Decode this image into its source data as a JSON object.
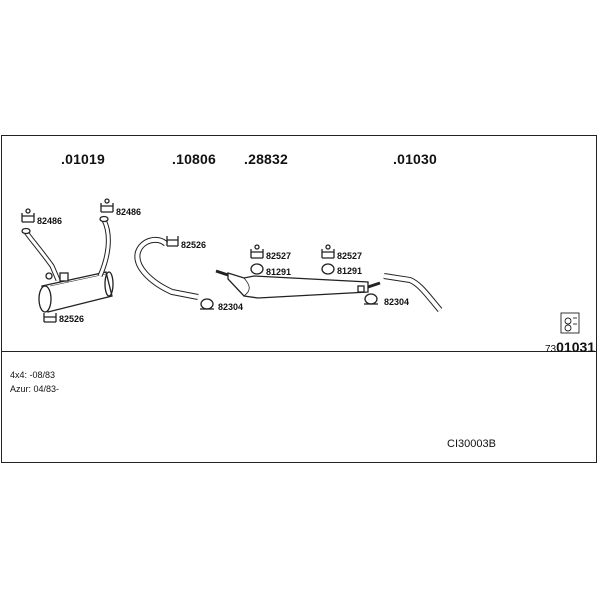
{
  "part_numbers": {
    "p1": ".01019",
    "p2": ".10806",
    "p3": ".28832",
    "p4": ".01030"
  },
  "refs": {
    "r82486a": "82486",
    "r82486b": "82486",
    "r82526a": "82526",
    "r82526b": "82526",
    "r82304a": "82304",
    "r82304b": "82304",
    "r82527a": "82527",
    "r82527b": "82527",
    "r81291a": "81291",
    "r81291b": "81291"
  },
  "set_code": {
    "prefix": "73",
    "number": "01031"
  },
  "notes": {
    "line1": "4x4: -08/83",
    "line2": "Azur: 04/83-"
  },
  "doc_code": "CI30003B"
}
